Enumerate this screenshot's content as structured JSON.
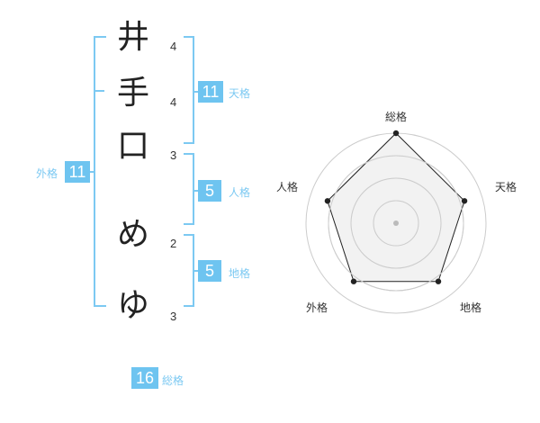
{
  "name": {
    "characters": [
      {
        "char": "井",
        "strokes": "4"
      },
      {
        "char": "手",
        "strokes": "4"
      },
      {
        "char": "口",
        "strokes": "3"
      },
      {
        "char": "め",
        "strokes": "2"
      },
      {
        "char": "ゆ",
        "strokes": "3"
      }
    ]
  },
  "fortune": {
    "tenkaku": {
      "value": "11",
      "label": "天格"
    },
    "jinkaku": {
      "value": "5",
      "label": "人格"
    },
    "chikaku": {
      "value": "5",
      "label": "地格"
    },
    "gaikaku": {
      "value": "11",
      "label": "外格"
    },
    "soukaku": {
      "value": "16",
      "label": "総格"
    }
  },
  "radar": {
    "axes": [
      "総格",
      "天格",
      "地格",
      "外格",
      "人格"
    ],
    "levels": 4,
    "values": [
      1.0,
      0.8,
      0.8,
      0.8,
      0.8
    ],
    "colors": {
      "fill": "#eeeeee",
      "stroke": "#222222",
      "grid": "#cccccc",
      "center": "#bbbbbb"
    }
  }
}
